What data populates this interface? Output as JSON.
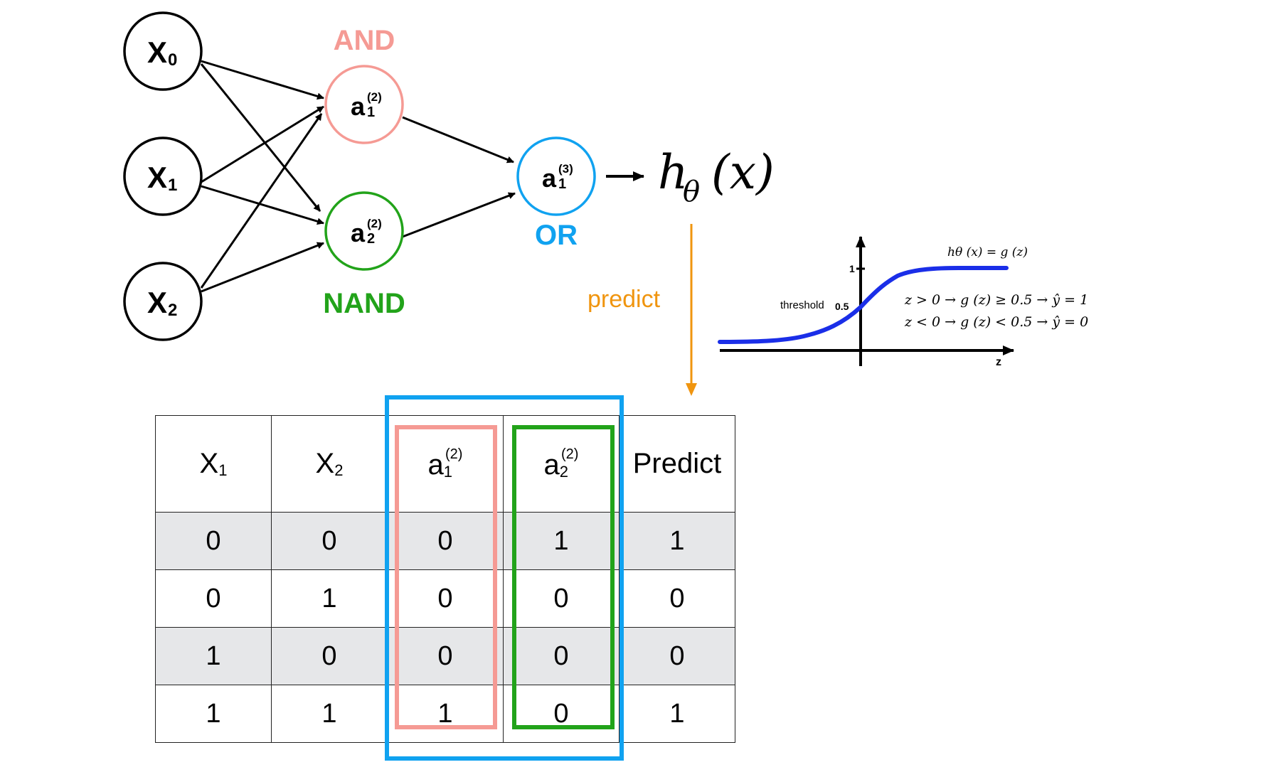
{
  "network": {
    "inputs": [
      {
        "letter": "X",
        "sub": "0"
      },
      {
        "letter": "X",
        "sub": "1"
      },
      {
        "letter": "X",
        "sub": "2"
      }
    ],
    "hidden": [
      {
        "letter": "a",
        "sub": "1",
        "sup": "(2)",
        "gate": "AND"
      },
      {
        "letter": "a",
        "sub": "2",
        "sup": "(2)",
        "gate": "NAND"
      }
    ],
    "output": {
      "letter": "a",
      "sub": "1",
      "sup": "(3)",
      "gate": "OR"
    },
    "hypothesis": {
      "h": "h",
      "theta": "θ",
      "arg": "(x)"
    },
    "colors": {
      "and": "#f59a94",
      "nand": "#22a31a",
      "or": "#10a2f0",
      "predict": "#f0950f",
      "curve": "#1a2ee8"
    }
  },
  "predict_label": "predict",
  "sigmoid": {
    "title": "hθ (x) = g (z)",
    "tick_1": "1",
    "threshold_label": "threshold",
    "threshold_value": "0.5",
    "x_label": "z",
    "rule_pos": "z > 0 → g (z) ≥ 0.5 → ŷ = 1",
    "rule_neg": "z < 0 → g (z) < 0.5 → ŷ = 0"
  },
  "table": {
    "headers": [
      {
        "main": "X",
        "sub": "1",
        "sup": ""
      },
      {
        "main": "X",
        "sub": "2",
        "sup": ""
      },
      {
        "main": "a",
        "sub": "1",
        "sup": "(2)"
      },
      {
        "main": "a",
        "sub": "2",
        "sup": "(2)"
      },
      {
        "main": "Predict",
        "sub": "",
        "sup": ""
      }
    ],
    "rows": [
      [
        "0",
        "0",
        "0",
        "1",
        "1"
      ],
      [
        "0",
        "1",
        "0",
        "0",
        "0"
      ],
      [
        "1",
        "0",
        "0",
        "0",
        "0"
      ],
      [
        "1",
        "1",
        "1",
        "0",
        "1"
      ]
    ]
  }
}
